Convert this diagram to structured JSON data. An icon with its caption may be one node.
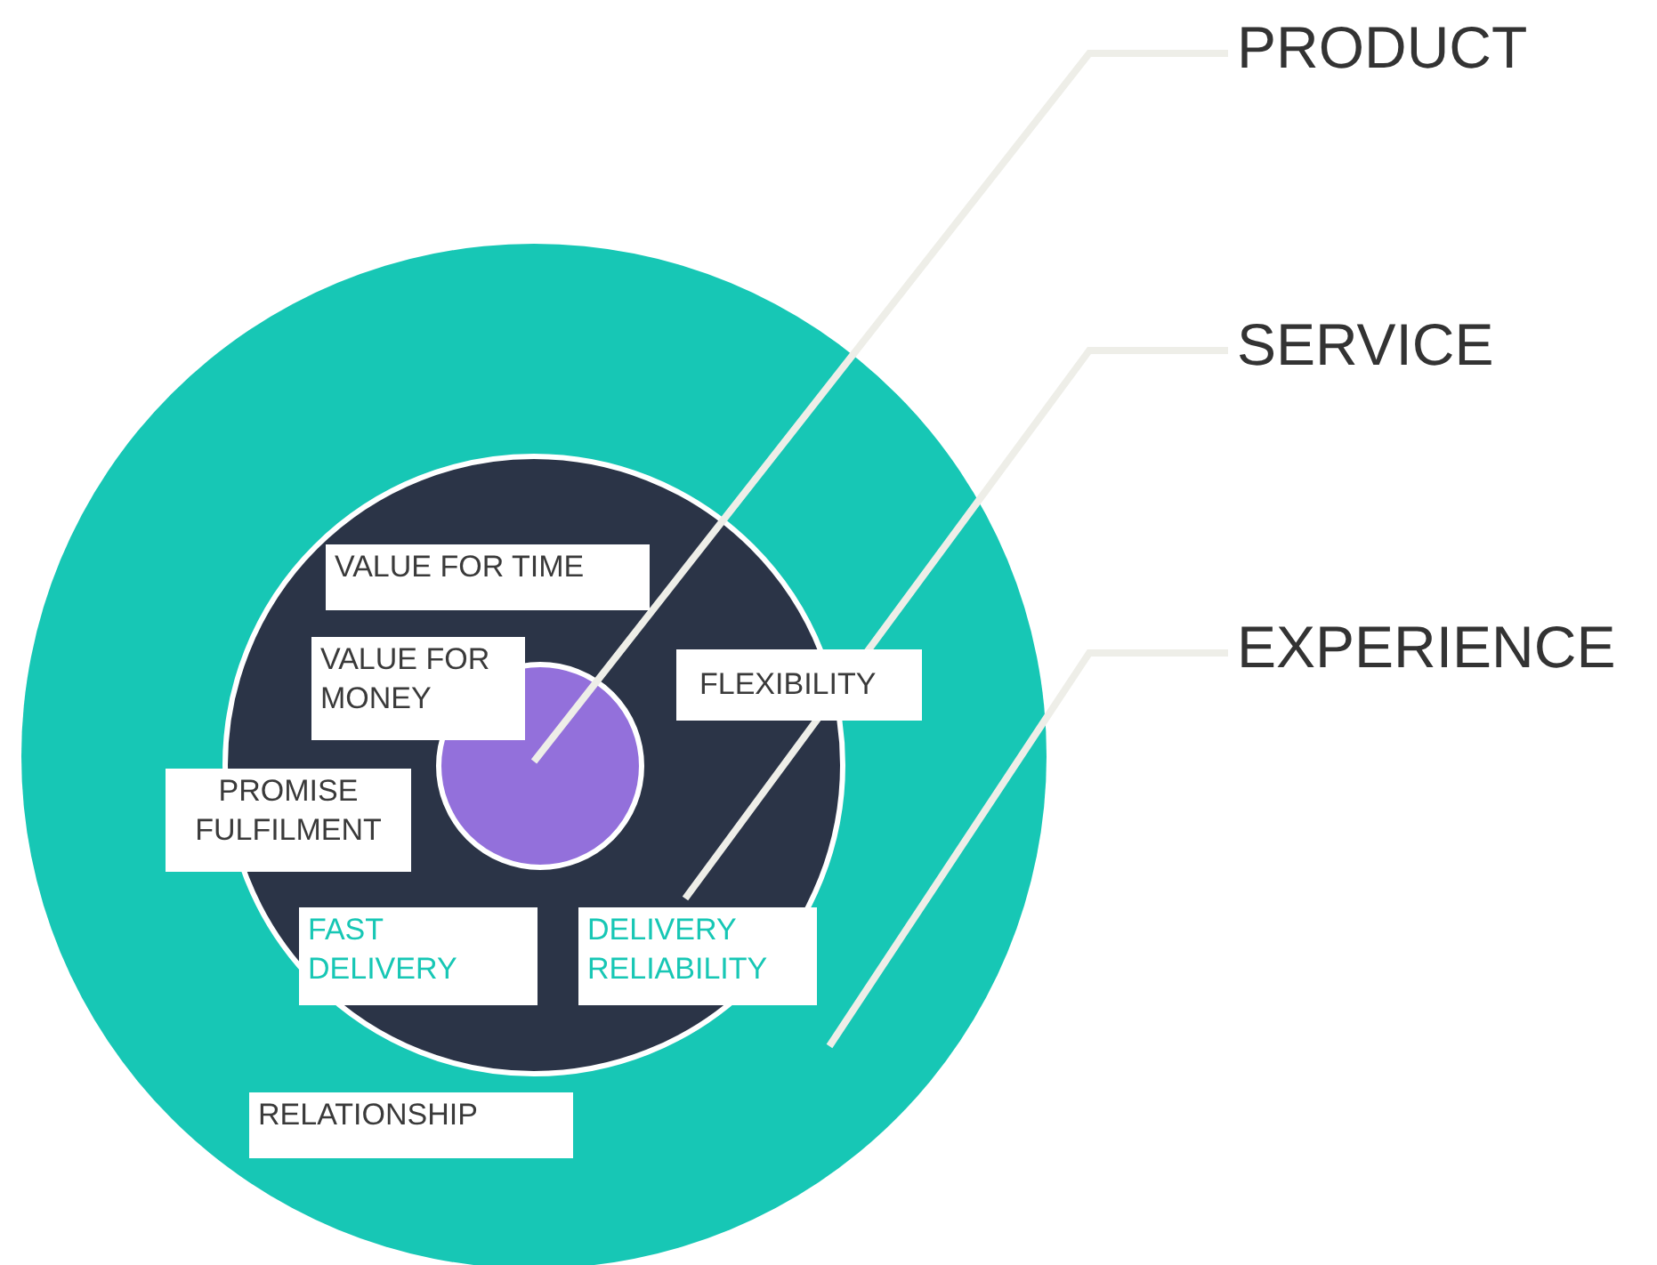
{
  "diagram": {
    "nodes": [
      {
        "text": [
          "PRODUCT"
        ]
      },
      {
        "text": [
          "SERVICE"
        ]
      },
      {
        "text": [
          "EXPERIENCE"
        ]
      },
      {
        "text": [],
        "shape": "circle"
      },
      {
        "text": [],
        "shape": "circle",
        "in": 3
      },
      {
        "text": [],
        "shape": "circle",
        "in": 4
      },
      {
        "text": [
          "VALUE FOR TIME"
        ],
        "in": 4
      },
      {
        "text": [
          "VALUE FOR MONEY"
        ],
        "in": 4
      },
      {
        "text": [
          "FLEXIBILITY"
        ],
        "in": 3
      },
      {
        "text": [
          "PROMISE FULFILMENT"
        ],
        "in": 3
      },
      {
        "text": [
          "FAST DELIVERY"
        ],
        "in": 4
      },
      {
        "text": [
          "DELIVERY RELIABILITY"
        ],
        "in": 4
      },
      {
        "text": [
          "RELATIONSHIP"
        ],
        "in": 3
      }
    ],
    "edges": [
      {
        "from": 0,
        "to": 5,
        "arrow": "none"
      },
      {
        "from": 1,
        "to": 4,
        "arrow": "none"
      },
      {
        "from": 2,
        "to": 3,
        "arrow": "none"
      }
    ]
  }
}
